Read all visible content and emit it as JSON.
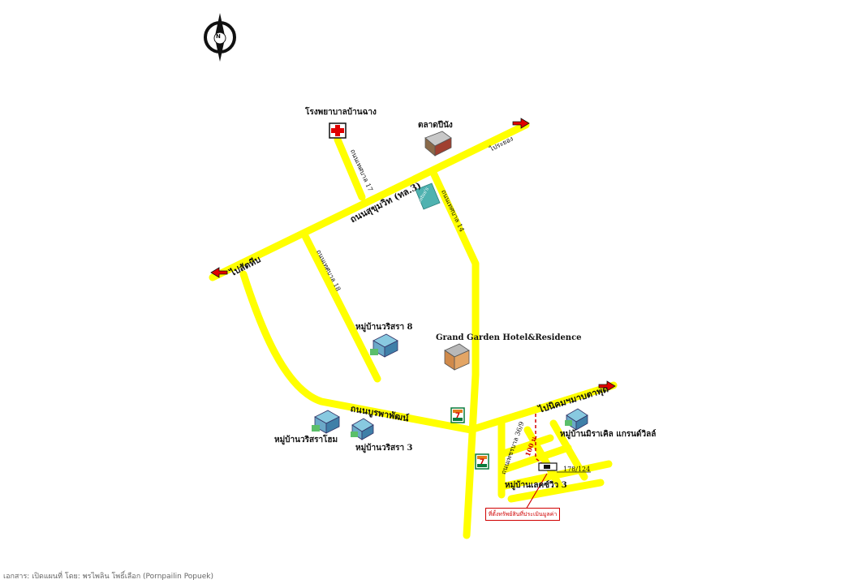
{
  "compass": {
    "letter": "N",
    "icon": "north-compass-icon"
  },
  "roads": {
    "sukhumvit": "ถนนสุขุมวิท (ทล.3)",
    "soi17": "ถนนเทศบาล 17",
    "soi14": "ถนนเทศบาล 14",
    "soi18": "ถนนเทศบาล 18",
    "burapattana": "ถนนบูรพาพัฒน์",
    "soi369": "ถนนเพชรบาล 36/9",
    "to_rayong": "ไประยอง",
    "to_sattahip": "ไปสัตหีบ",
    "to_nikhom": "ไปนิคมฯมาบตาพุด",
    "dist_100m": "100 ม."
  },
  "places": {
    "hospital": "โรงพยาบาลบ้านฉาง",
    "market": "ตลาดปีนัง",
    "vistra8": "หมู่บ้านวริสรา 8",
    "hotel": "Grand Garden Hotel&Residence",
    "vistra_home": "หมู่บ้านวริสราโฮม",
    "vistra3": "หมู่บ้านวริสรา 3",
    "mira": "หมู่บ้านมิราเคิล แกรนด์วิลล์",
    "lake": "หมู่บ้านเลคซ์วิว 3",
    "address": "178/124",
    "sign": "Lotus's"
  },
  "legend": {
    "asset": "ที่ตั้งทรัพย์สินที่ประเมินมูลค่า"
  },
  "footer": {
    "credit": "เอกสาร: เปิดแผนที่ โดย: พรไพลิน โพธิ์เลือก (Pornpailin Popuek)"
  },
  "colors": {
    "road": "#ffff00",
    "arrow": "#e00000",
    "asset_marker": "#d00000"
  }
}
